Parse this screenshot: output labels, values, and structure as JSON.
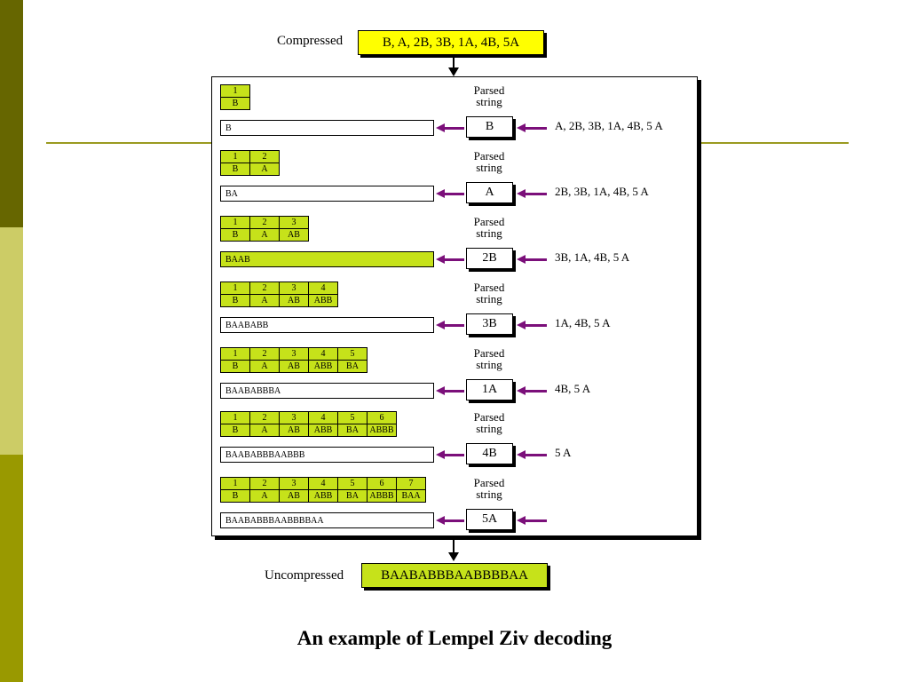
{
  "colors": {
    "accent_green": "#c6e21a",
    "yellow": "#ffff00",
    "purple": "#7b0f7a",
    "sidebar_dark": "#666600",
    "sidebar_light": "#cccc66",
    "sidebar_mid": "#999900"
  },
  "compressed": {
    "label": "Compressed",
    "value": "B, A, 2B, 3B, 1A, 4B, 5A"
  },
  "uncompressed": {
    "label": "Uncompressed",
    "value": "BAABABBBAABBBBAA"
  },
  "caption": "An example of  Lempel Ziv decoding",
  "parsed_label_line1": "Parsed",
  "parsed_label_line2": "string",
  "steps": [
    {
      "dict": [
        [
          "1",
          "B"
        ]
      ],
      "output": "B",
      "parsed": "B",
      "remaining": "A, 2B, 3B, 1A, 4B, 5 A",
      "highlight": false
    },
    {
      "dict": [
        [
          "1",
          "B"
        ],
        [
          "2",
          "A"
        ]
      ],
      "output": "BA",
      "parsed": "A",
      "remaining": "2B, 3B, 1A, 4B, 5 A",
      "highlight": false
    },
    {
      "dict": [
        [
          "1",
          "B"
        ],
        [
          "2",
          "A"
        ],
        [
          "3",
          "AB"
        ]
      ],
      "output": "BAAB",
      "parsed": "2B",
      "remaining": "3B, 1A, 4B, 5 A",
      "highlight": true
    },
    {
      "dict": [
        [
          "1",
          "B"
        ],
        [
          "2",
          "A"
        ],
        [
          "3",
          "AB"
        ],
        [
          "4",
          "ABB"
        ]
      ],
      "output": "BAABABB",
      "parsed": "3B",
      "remaining": "1A, 4B, 5 A",
      "highlight": false
    },
    {
      "dict": [
        [
          "1",
          "B"
        ],
        [
          "2",
          "A"
        ],
        [
          "3",
          "AB"
        ],
        [
          "4",
          "ABB"
        ],
        [
          "5",
          "BA"
        ]
      ],
      "output": "BAABABBBA",
      "parsed": "1A",
      "remaining": "4B, 5 A",
      "highlight": false
    },
    {
      "dict": [
        [
          "1",
          "B"
        ],
        [
          "2",
          "A"
        ],
        [
          "3",
          "AB"
        ],
        [
          "4",
          "ABB"
        ],
        [
          "5",
          "BA"
        ],
        [
          "6",
          "ABBB"
        ]
      ],
      "output": "BAABABBBAABBB",
      "parsed": "4B",
      "remaining": "5 A",
      "highlight": false
    },
    {
      "dict": [
        [
          "1",
          "B"
        ],
        [
          "2",
          "A"
        ],
        [
          "3",
          "AB"
        ],
        [
          "4",
          "ABB"
        ],
        [
          "5",
          "BA"
        ],
        [
          "6",
          "ABBB"
        ],
        [
          "7",
          "BAA"
        ]
      ],
      "output": "BAABABBBAABBBBAA",
      "parsed": "5A",
      "remaining": "",
      "highlight": false
    }
  ]
}
